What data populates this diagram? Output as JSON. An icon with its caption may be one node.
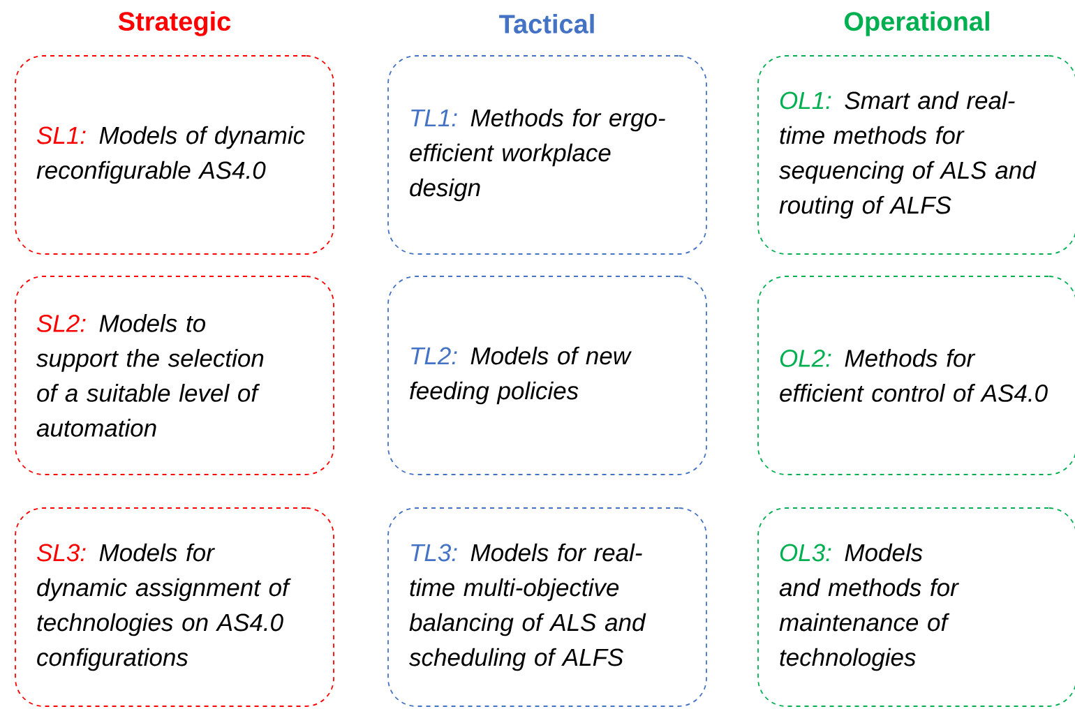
{
  "diagram": {
    "nodes": [
      {
        "text": [
          "SL1:",
          "Models of dynamic reconfigurable AS4.0"
        ]
      },
      {
        "text": [
          "TL1:",
          "Methods for ergo-efficient workplace design"
        ]
      },
      {
        "text": [
          "OL1:",
          "Smart and real-time methods for sequencing of ALS and routing of ALFS"
        ]
      },
      {
        "text": [
          "SL2:",
          "Models to support the selection of a suitable level of automation"
        ]
      },
      {
        "text": [
          "TL2:",
          "Models of new feeding policies"
        ]
      },
      {
        "text": [
          "OL2:",
          "Methods for efficient control of AS4.0"
        ]
      },
      {
        "text": [
          "SL3:",
          "Models for dynamic assignment of technologies on AS4.0 configurations"
        ]
      },
      {
        "text": [
          "TL3:",
          "Models for real-time multi-objective balancing of ALS and scheduling of ALFS"
        ]
      },
      {
        "text": [
          "OL3:",
          "Models and methods for maintenance of technologies"
        ]
      }
    ],
    "labels": [
      "Strategic",
      "Tactical",
      "Operational"
    ]
  }
}
